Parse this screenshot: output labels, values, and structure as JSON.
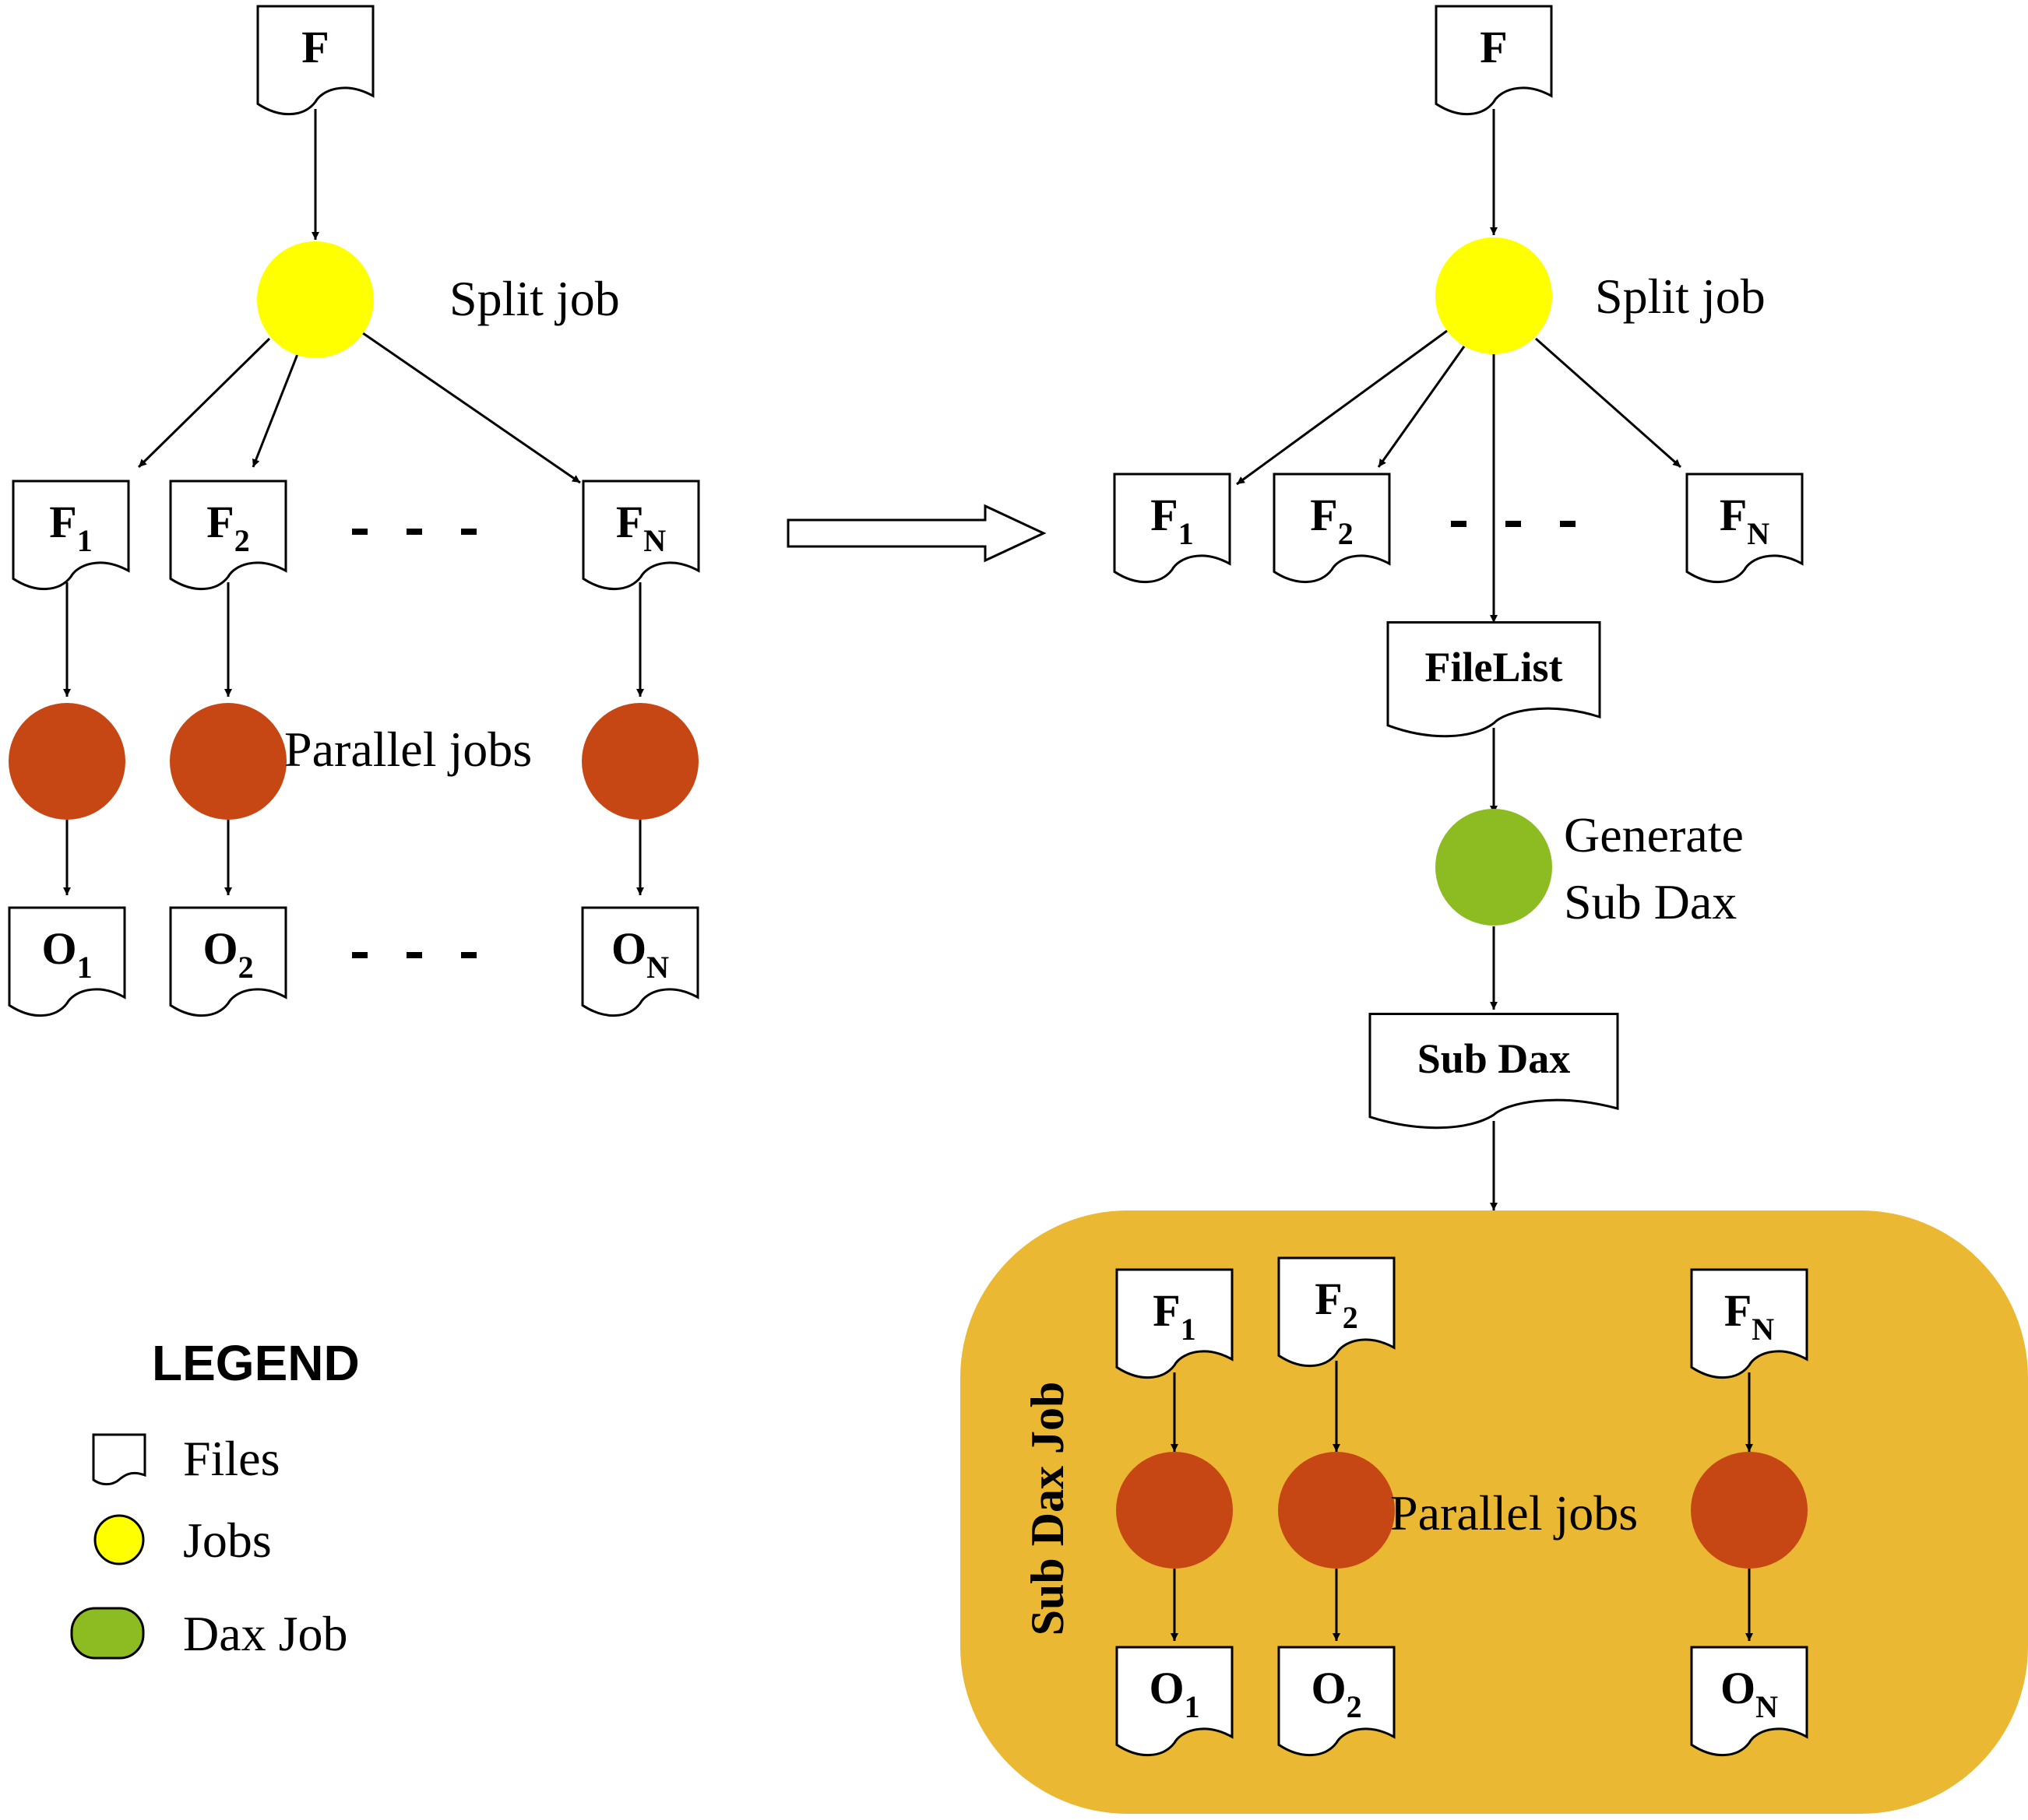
{
  "colors": {
    "split_job": "#ffff00",
    "parallel_job": "#c64614",
    "dax_job": "#8cbc22",
    "sub_dax_region": "#ebb834",
    "file_fill": "#ffffff",
    "stroke": "#000000"
  },
  "left": {
    "source_file": "F",
    "split_job_label": "Split job",
    "split_files": [
      {
        "base": "F",
        "sub": "1"
      },
      {
        "base": "F",
        "sub": "2"
      },
      {
        "base": "F",
        "sub": "N"
      }
    ],
    "parallel_jobs_label": "Parallel jobs",
    "outputs": [
      {
        "base": "O",
        "sub": "1"
      },
      {
        "base": "O",
        "sub": "2"
      },
      {
        "base": "O",
        "sub": "N"
      }
    ]
  },
  "right": {
    "source_file": "F",
    "split_job_label": "Split job",
    "split_files": [
      {
        "base": "F",
        "sub": "1"
      },
      {
        "base": "F",
        "sub": "2"
      },
      {
        "base": "F",
        "sub": "N"
      }
    ],
    "file_list": "FileList",
    "generate_label_line1": "Generate",
    "generate_label_line2": "Sub Dax",
    "sub_dax_file": "Sub Dax",
    "sub_dax_job_label": "Sub Dax Job",
    "inner_inputs": [
      {
        "base": "F",
        "sub": "1"
      },
      {
        "base": "F",
        "sub": "2"
      },
      {
        "base": "F",
        "sub": "N"
      }
    ],
    "inner_parallel_label": "Parallel jobs",
    "inner_outputs": [
      {
        "base": "O",
        "sub": "1"
      },
      {
        "base": "O",
        "sub": "2"
      },
      {
        "base": "O",
        "sub": "N"
      }
    ]
  },
  "legend": {
    "title": "LEGEND",
    "items": [
      {
        "label": "Files",
        "icon": "file-icon"
      },
      {
        "label": "Jobs",
        "icon": "job-circle-icon"
      },
      {
        "label": "Dax Job",
        "icon": "dax-job-icon"
      }
    ]
  }
}
